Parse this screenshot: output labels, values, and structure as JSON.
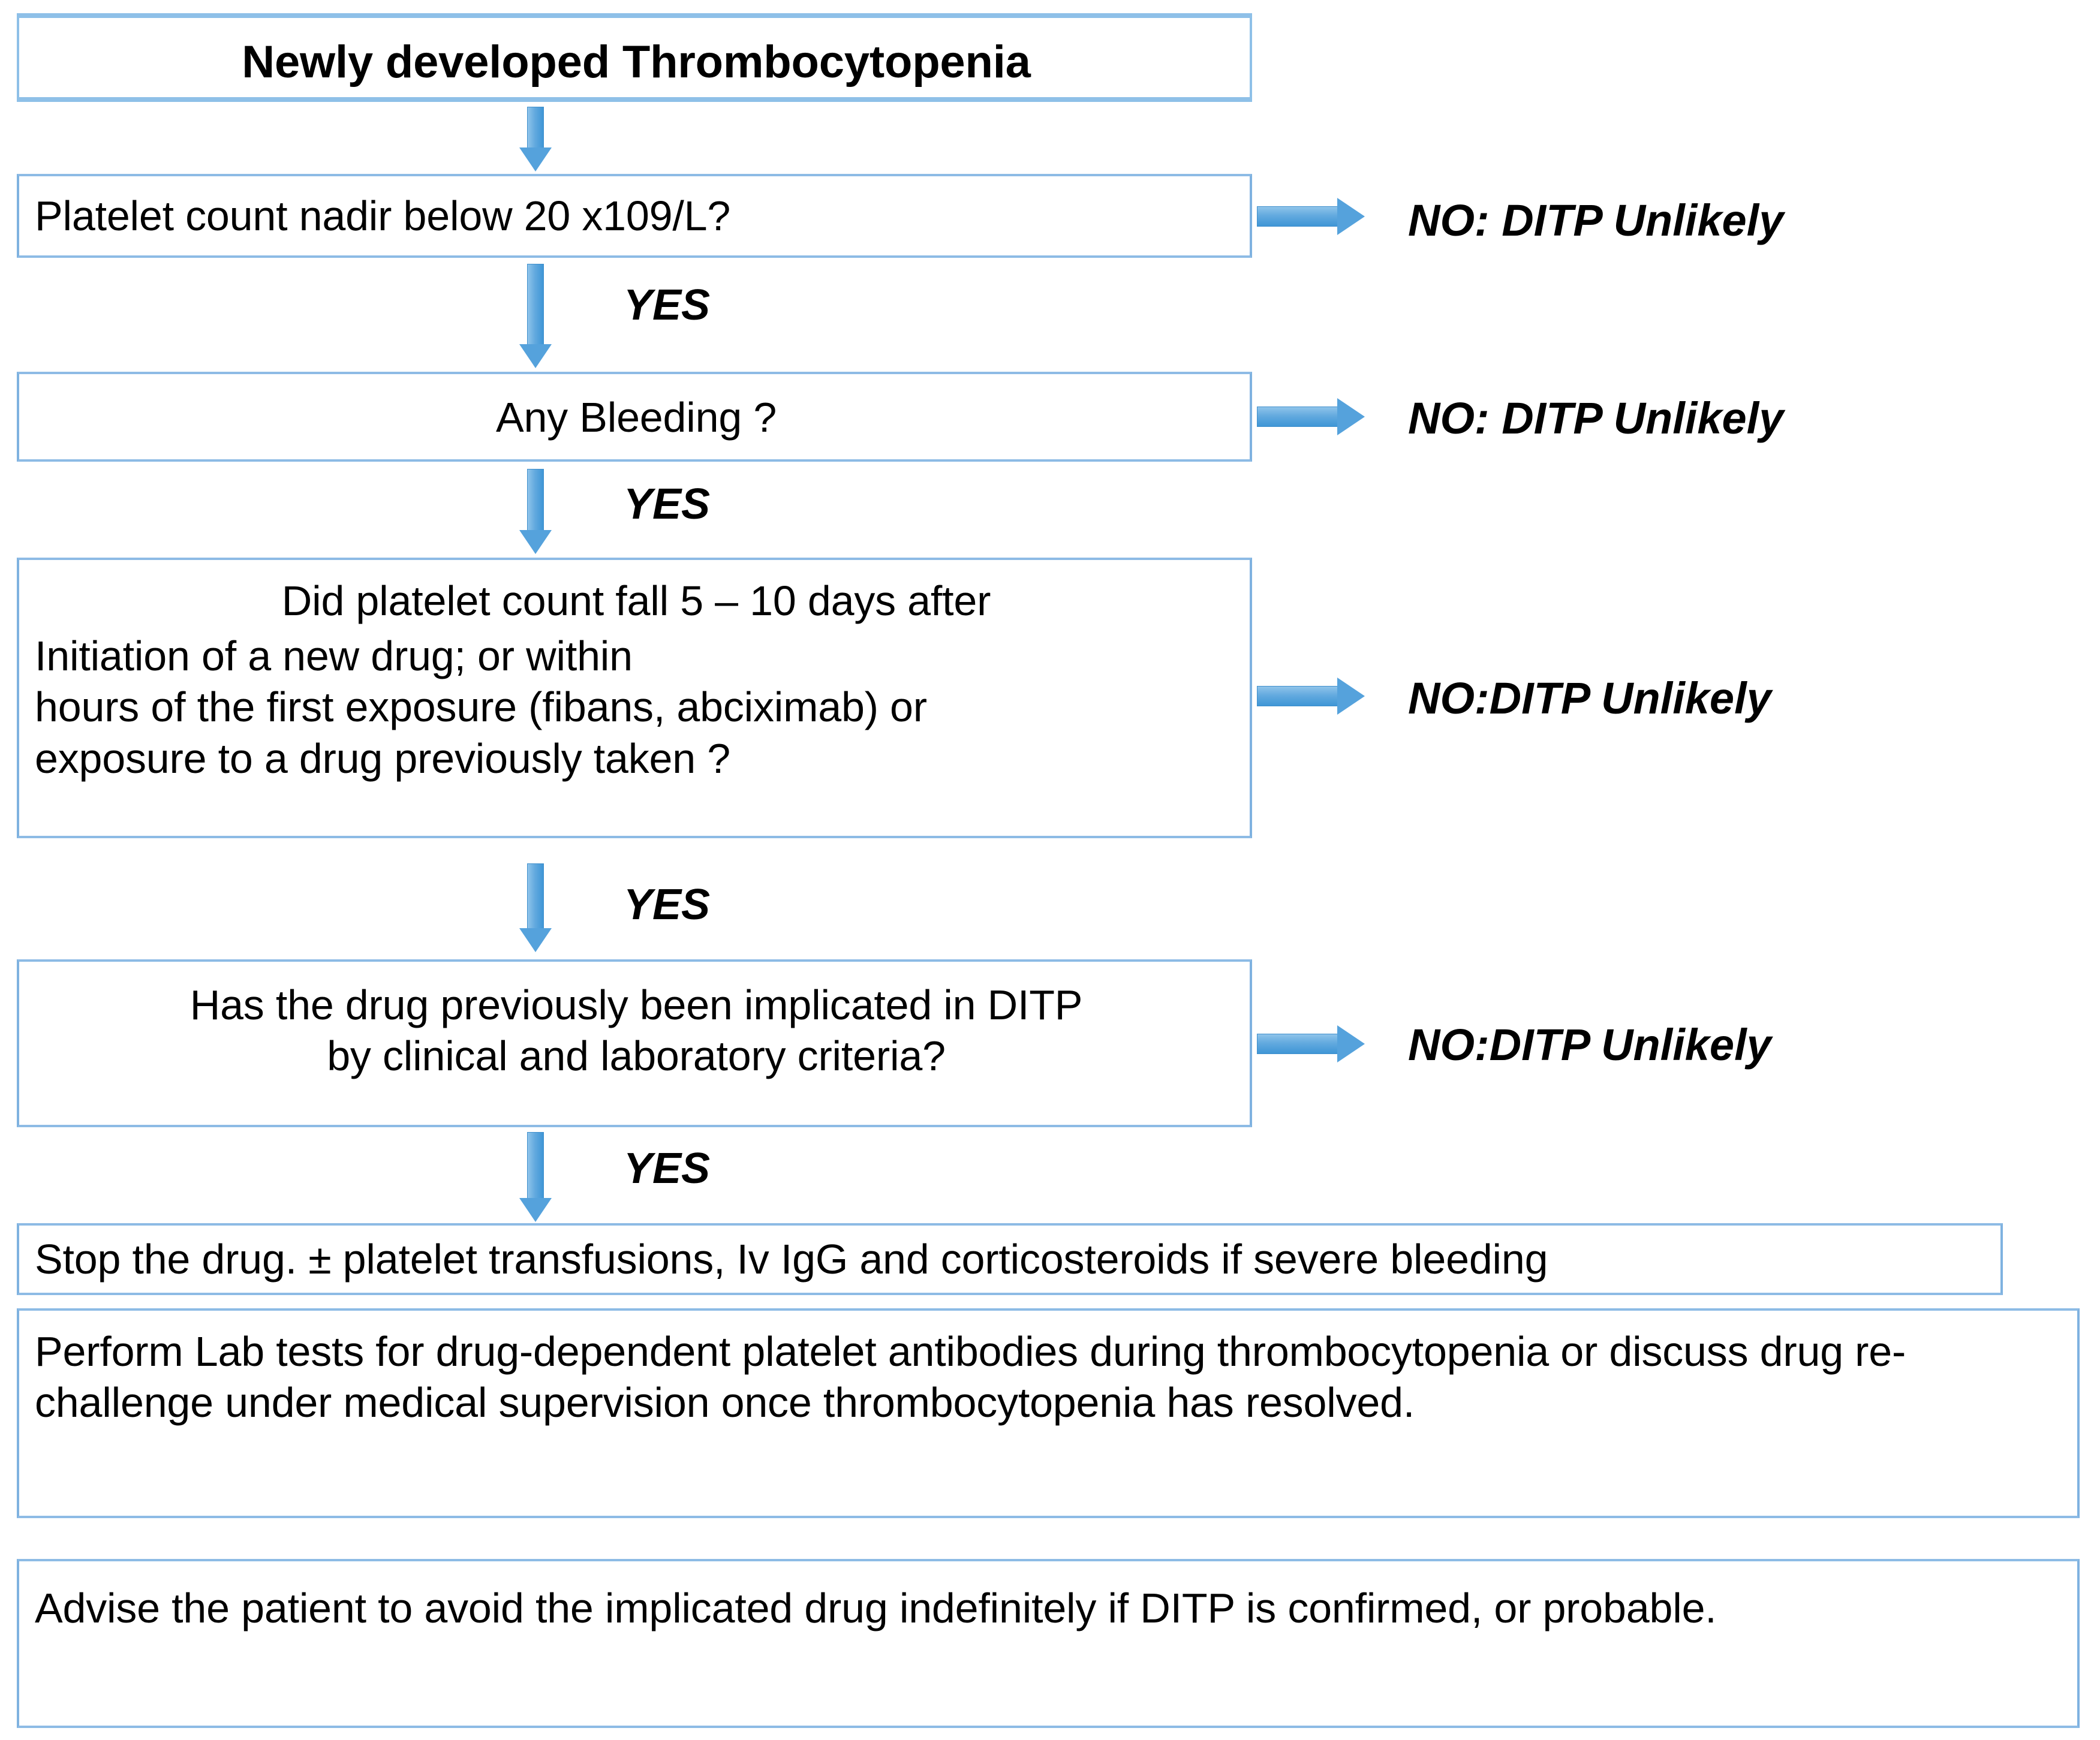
{
  "diagram": {
    "title": "DITP diagnostic algorithm flowchart",
    "accent_color": "#5aa5dd",
    "border_color": "#7fb2e0",
    "text_color": "#000000",
    "nodes": [
      {
        "id": "start",
        "text": "Newly developed Thrombocytopenia"
      },
      {
        "id": "q1",
        "text": "Platelet count nadir below 20 x109/L?"
      },
      {
        "id": "q2",
        "text": "Any Bleeding ?"
      },
      {
        "id": "q3_line1",
        "text": "Did platelet count fall 5 – 10 days after"
      },
      {
        "id": "q3_rest",
        "text": "Initiation of a new drug; or within\nhours of the first exposure (fibans, abciximab) or\nexposure to a drug previously taken ?"
      },
      {
        "id": "q4",
        "text": "Has the drug previously been implicated in DITP\nby clinical and laboratory criteria?"
      },
      {
        "id": "a1",
        "text": "Stop the drug. ± platelet transfusions, Iv IgG and corticosteroids if severe bleeding"
      },
      {
        "id": "a2",
        "text": "Perform Lab tests for drug-dependent platelet antibodies during thrombocytopenia or discuss drug re-challenge under medical supervision once thrombocytopenia has resolved."
      },
      {
        "id": "a3",
        "text": "Advise the patient to avoid the implicated drug indefinitely if DITP is confirmed, or probable."
      }
    ],
    "yes_labels": [
      {
        "id": "yes1",
        "text": "YES"
      },
      {
        "id": "yes2",
        "text": "YES"
      },
      {
        "id": "yes3",
        "text": "YES"
      },
      {
        "id": "yes4",
        "text": "YES"
      }
    ],
    "no_labels": [
      {
        "id": "no1",
        "text": "NO: DITP Unlikely"
      },
      {
        "id": "no2",
        "text": "NO: DITP Unlikely"
      },
      {
        "id": "no3",
        "text": "NO:DITP Unlikely"
      },
      {
        "id": "no4",
        "text": "NO:DITP Unlikely"
      }
    ]
  }
}
